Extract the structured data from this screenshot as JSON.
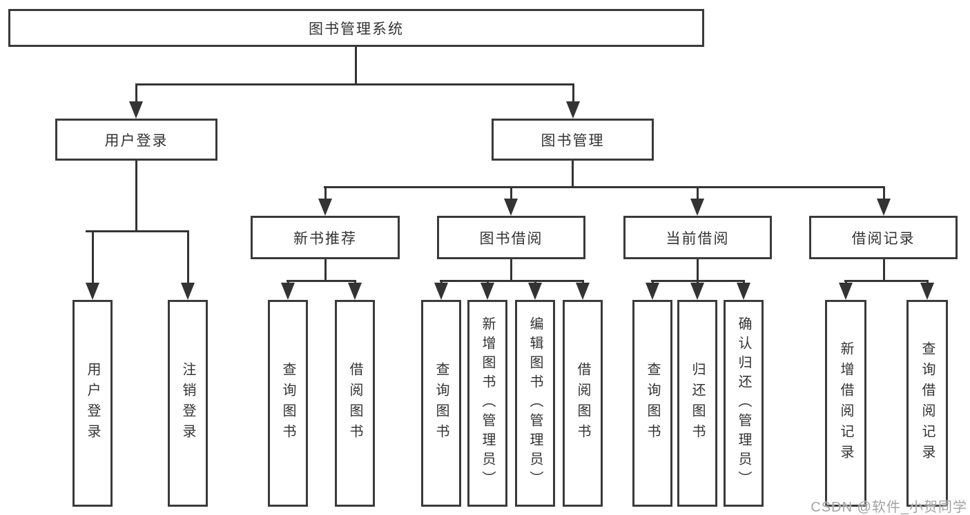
{
  "diagram_title": "图书管理系统",
  "nodes": {
    "root": "图书管理系统",
    "user_login": "用户登录",
    "book_mgmt": "图书管理",
    "new_book_rec": "新书推荐",
    "book_borrow": "图书借阅",
    "current_borrow": "当前借阅",
    "borrow_records": "借阅记录"
  },
  "leaves": [
    {
      "label": "用户登录",
      "parent": "用户登录"
    },
    {
      "label": "注销登录",
      "parent": "用户登录"
    },
    {
      "label": "查询图书",
      "parent": "新书推荐"
    },
    {
      "label": "借阅图书",
      "parent": "新书推荐"
    },
    {
      "label": "查询图书",
      "parent": "图书借阅"
    },
    {
      "label": "新增图书（管理员）",
      "parent": "图书借阅"
    },
    {
      "label": "编辑图书（管理员）",
      "parent": "图书借阅"
    },
    {
      "label": "借阅图书",
      "parent": "图书借阅"
    },
    {
      "label": "查询图书",
      "parent": "当前借阅"
    },
    {
      "label": "归还图书",
      "parent": "当前借阅"
    },
    {
      "label": "确认归还（管理员）",
      "parent": "当前借阅"
    },
    {
      "label": "新增借阅记录",
      "parent": "借阅记录"
    },
    {
      "label": "查询借阅记录",
      "parent": "借阅记录"
    }
  ],
  "watermark": {
    "text": "CSDN @软件_小贺同学",
    "color": "#a3a3a3"
  },
  "colors": {
    "line": "#333333",
    "box_border": "#3a3a3a",
    "text": "#333333",
    "background": "#ffffff"
  }
}
